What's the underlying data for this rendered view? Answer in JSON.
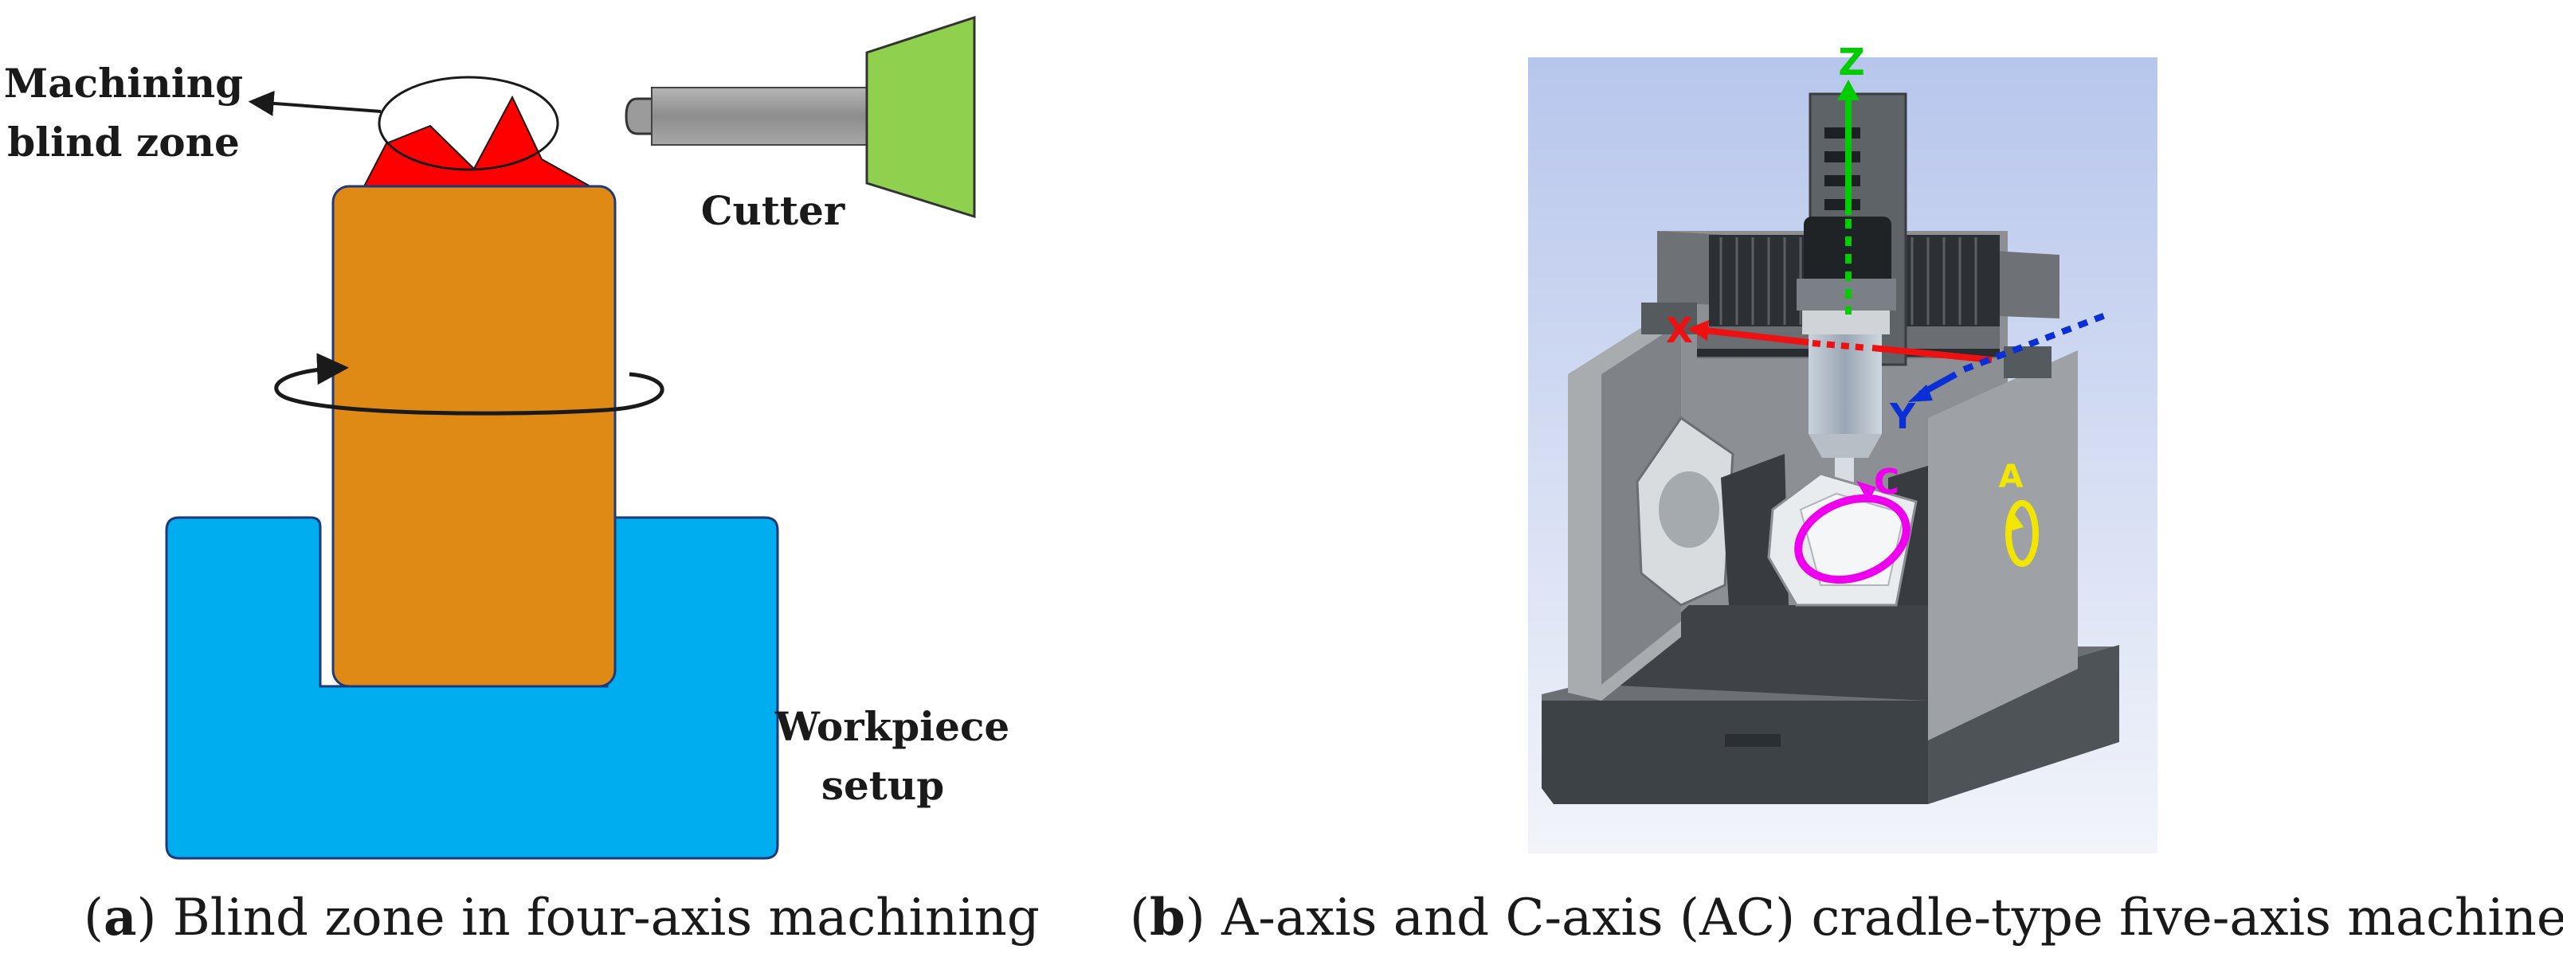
{
  "panel_a": {
    "label_blind_zone_line1": "Machining",
    "label_blind_zone_line2": "blind zone",
    "label_cutter": "Cutter",
    "label_setup_line1": "Workpiece",
    "label_setup_line2": "setup",
    "caption_letter": "a",
    "caption_text": "Blind zone in four-axis machining",
    "colors": {
      "workpiece": "#df8a14",
      "setup": "#00adef",
      "blind_zone": "#ff0000",
      "cutter_head": "#8fd14f",
      "cutter_shank": "#9b9b9b"
    }
  },
  "panel_b": {
    "axis_z": "Z",
    "axis_x": "X",
    "axis_y": "Y",
    "axis_a": "A",
    "axis_c": "C",
    "caption_letter": "b",
    "caption_text": "A-axis and C-axis (AC) cradle-type five-axis machine tool",
    "colors": {
      "z_axis": "#00cc00",
      "x_axis": "#ee1111",
      "y_axis": "#0a2fd6",
      "a_axis": "#f2e600",
      "c_axis": "#ee00ee",
      "background": "#c6d4ef"
    }
  }
}
